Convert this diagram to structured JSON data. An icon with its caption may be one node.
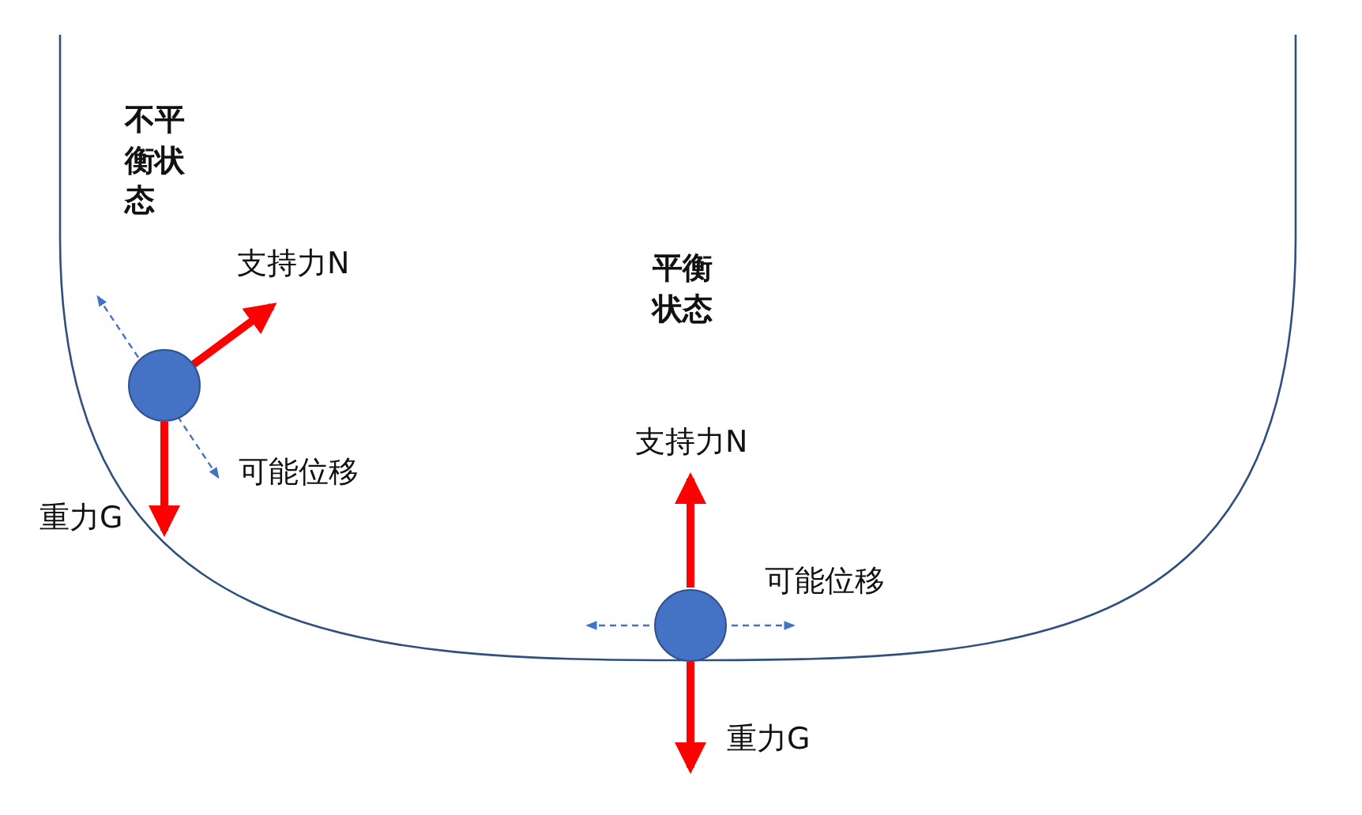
{
  "diagram": {
    "nodes": [
      {
        "text": [],
        "shape": "circle"
      },
      {
        "text": [],
        "shape": "circle"
      }
    ],
    "labels": [
      "不平衡状态",
      "支持力N",
      "平衡状态",
      "可能位移",
      "重力G",
      "支持力N",
      "可能位移",
      "重力G"
    ]
  }
}
